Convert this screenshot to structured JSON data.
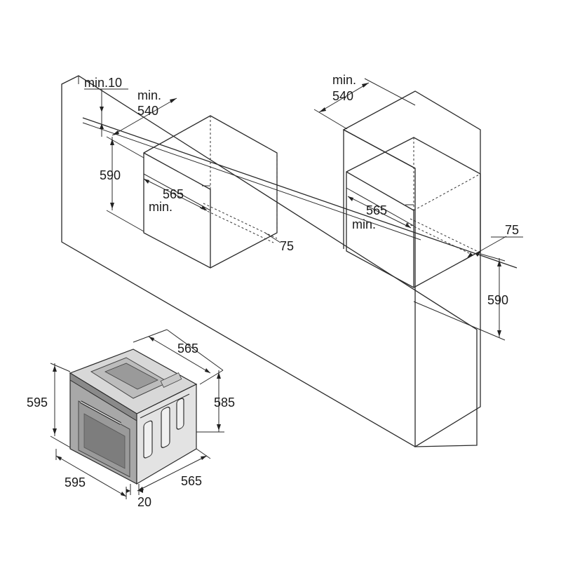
{
  "under_counter": {
    "min_10": "min.10",
    "min_label": "min.",
    "depth_540": "540",
    "height_590": "590",
    "width_565": "565",
    "width_min": "min.",
    "depth_75": "75"
  },
  "tall_cabinet": {
    "min_label": "min.",
    "depth_540": "540",
    "width_565": "565",
    "width_min": "min.",
    "depth_75": "75",
    "height_590": "590"
  },
  "oven": {
    "depth_565_top": "565",
    "height_595": "595",
    "height_585": "585",
    "width_595": "595",
    "depth_565_bottom": "565",
    "front_20": "20"
  }
}
